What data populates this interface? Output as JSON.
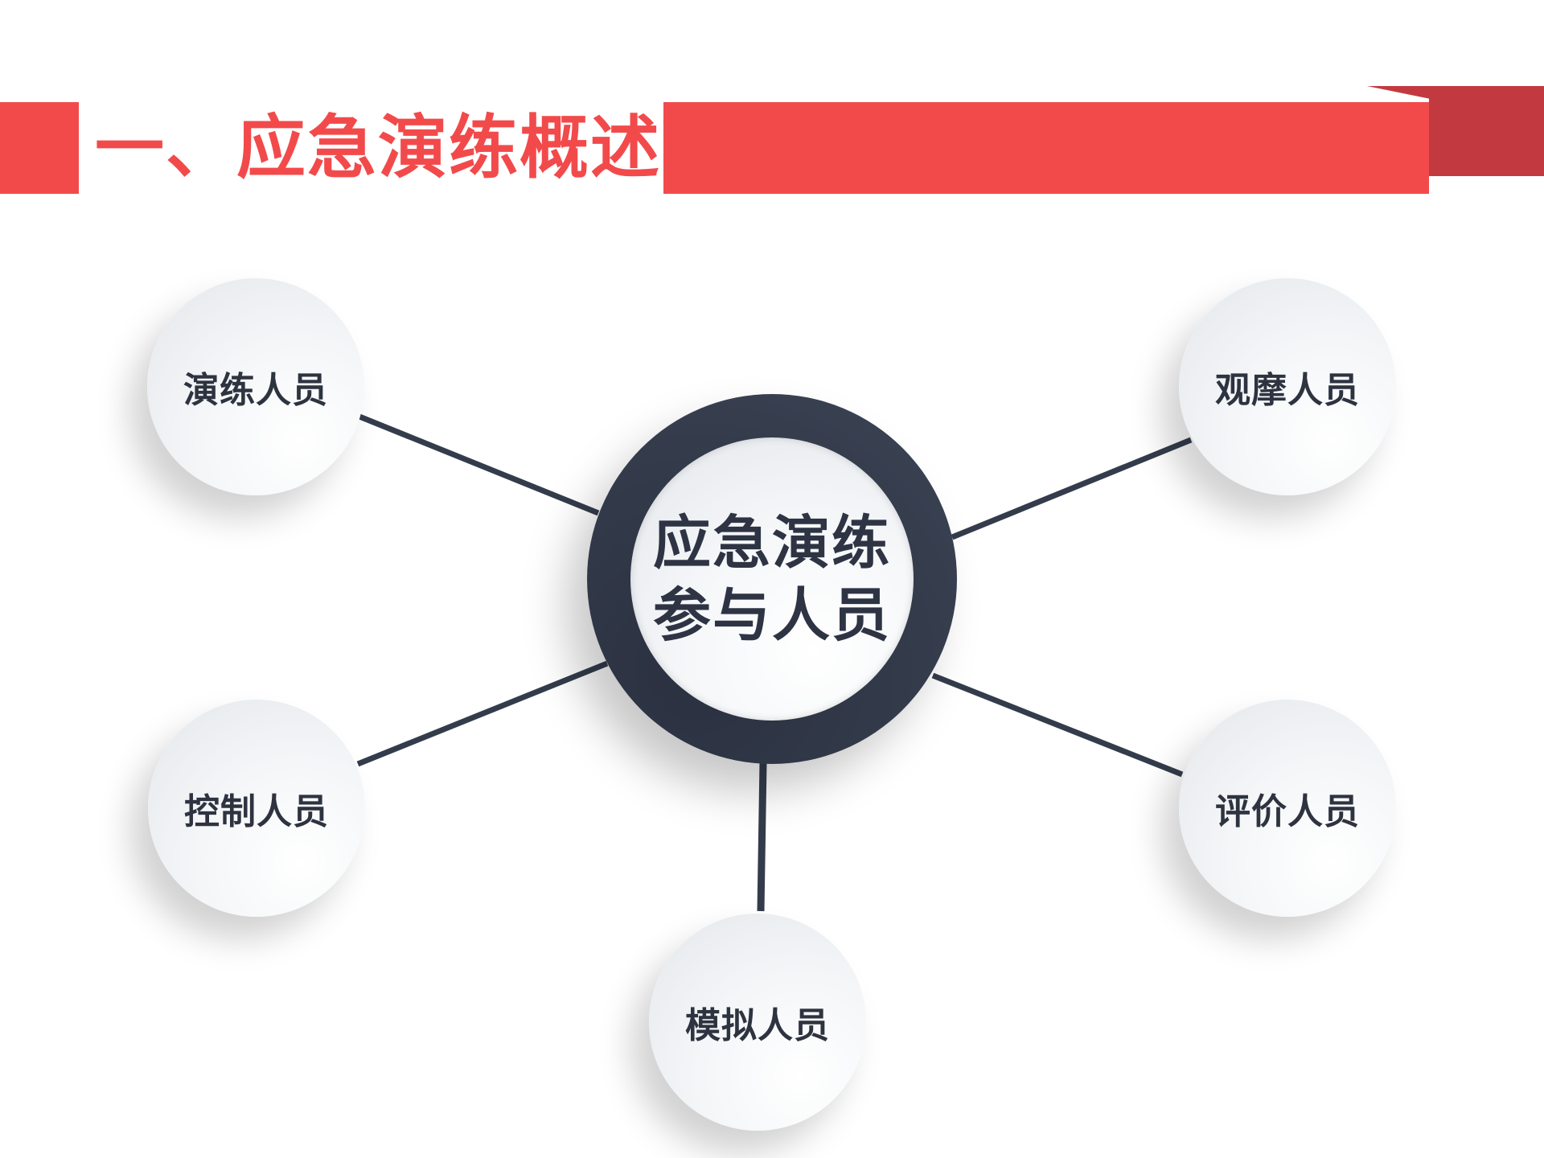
{
  "colors": {
    "header_red": "#f24a4b",
    "header_fold": "#c23a40",
    "title_red": "#f24a4b",
    "dark": "#343c4c",
    "text_dark": "#2e3340"
  },
  "header": {
    "title": "一、应急演练概述"
  },
  "diagram": {
    "center": {
      "line1": "应急演练",
      "line2": "参与人员"
    },
    "nodes": [
      {
        "id": "drill-personnel",
        "label": "演练人员"
      },
      {
        "id": "observer-personnel",
        "label": "观摩人员"
      },
      {
        "id": "control-personnel",
        "label": "控制人员"
      },
      {
        "id": "evaluation-personnel",
        "label": "评价人员"
      },
      {
        "id": "simulation-personnel",
        "label": "模拟人员"
      }
    ]
  }
}
